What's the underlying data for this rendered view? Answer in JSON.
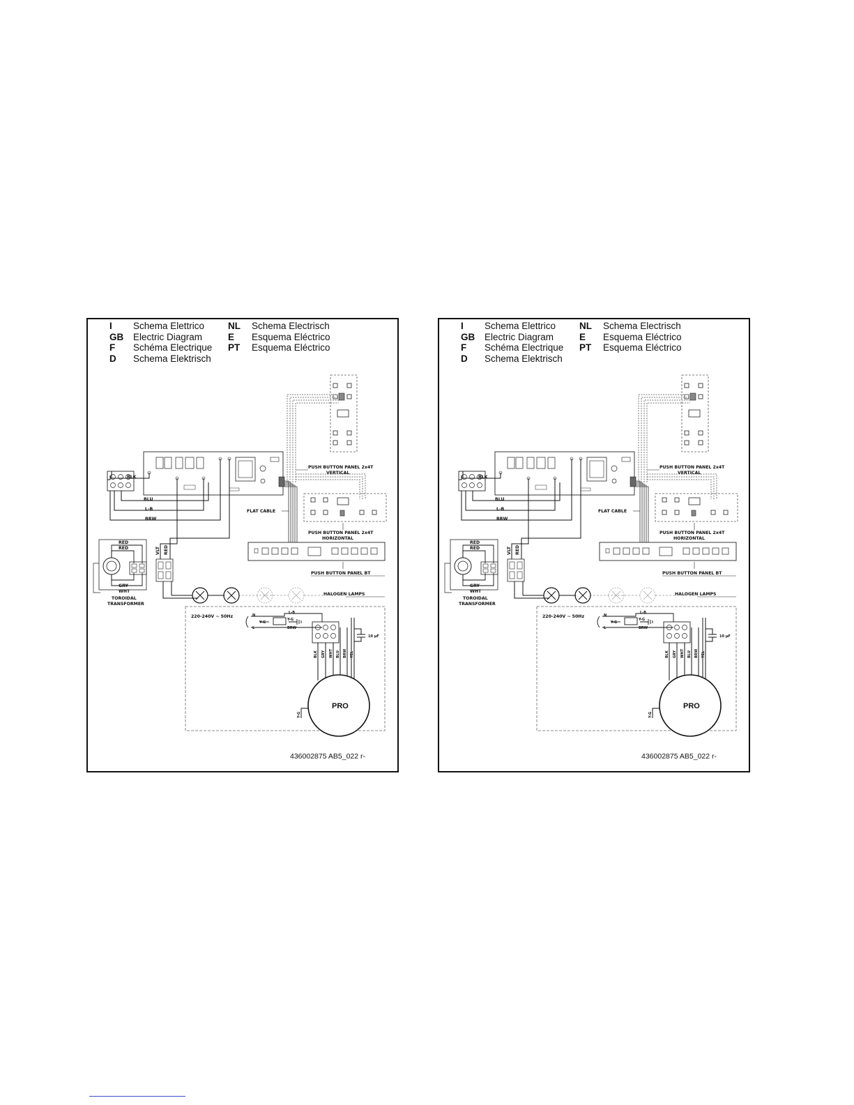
{
  "legend": [
    {
      "code": "I",
      "text": "Schema Elettrico"
    },
    {
      "code": "GB",
      "text": "Electric Diagram"
    },
    {
      "code": "F",
      "text": "Schéma Electrique"
    },
    {
      "code": "D",
      "text": "Schema Elektrisch"
    },
    {
      "code": "NL",
      "text": "Schema Electrisch"
    },
    {
      "code": "E",
      "text": "Esquema Eléctrico"
    },
    {
      "code": "PT",
      "text": "Esquema Eléctrico"
    }
  ],
  "labels": {
    "panel_2x4t_line1": "PUSH BUTTON PANEL 2x4T",
    "panel_2x4t_vertical": "VERTICAL",
    "panel_2x4t_horizontal": "HORIZONTAL",
    "flat_cable": "FLAT CABLE",
    "panel_bt": "PUSH BUTTON PANEL BT",
    "halogen_lamps": "HALOGEN LAMPS",
    "toroidal_line1": "TOROIDAL",
    "toroidal_line2": "TRANSFORMER",
    "power": "220-240V ~ 50Hz",
    "capacitor": "10 μF",
    "motor": "PRO"
  },
  "wire_colors": {
    "blk": "BLK",
    "blu": "BLU",
    "lb": "L-B",
    "brw": "BRW",
    "red": "RED",
    "gry": "GRY",
    "wht": "WHT",
    "vlt": "VLT",
    "yg": "Y-G",
    "yel": "YEL",
    "n": "N",
    "l": "L"
  },
  "diagram_code": "436002875 AB5_022 r-"
}
